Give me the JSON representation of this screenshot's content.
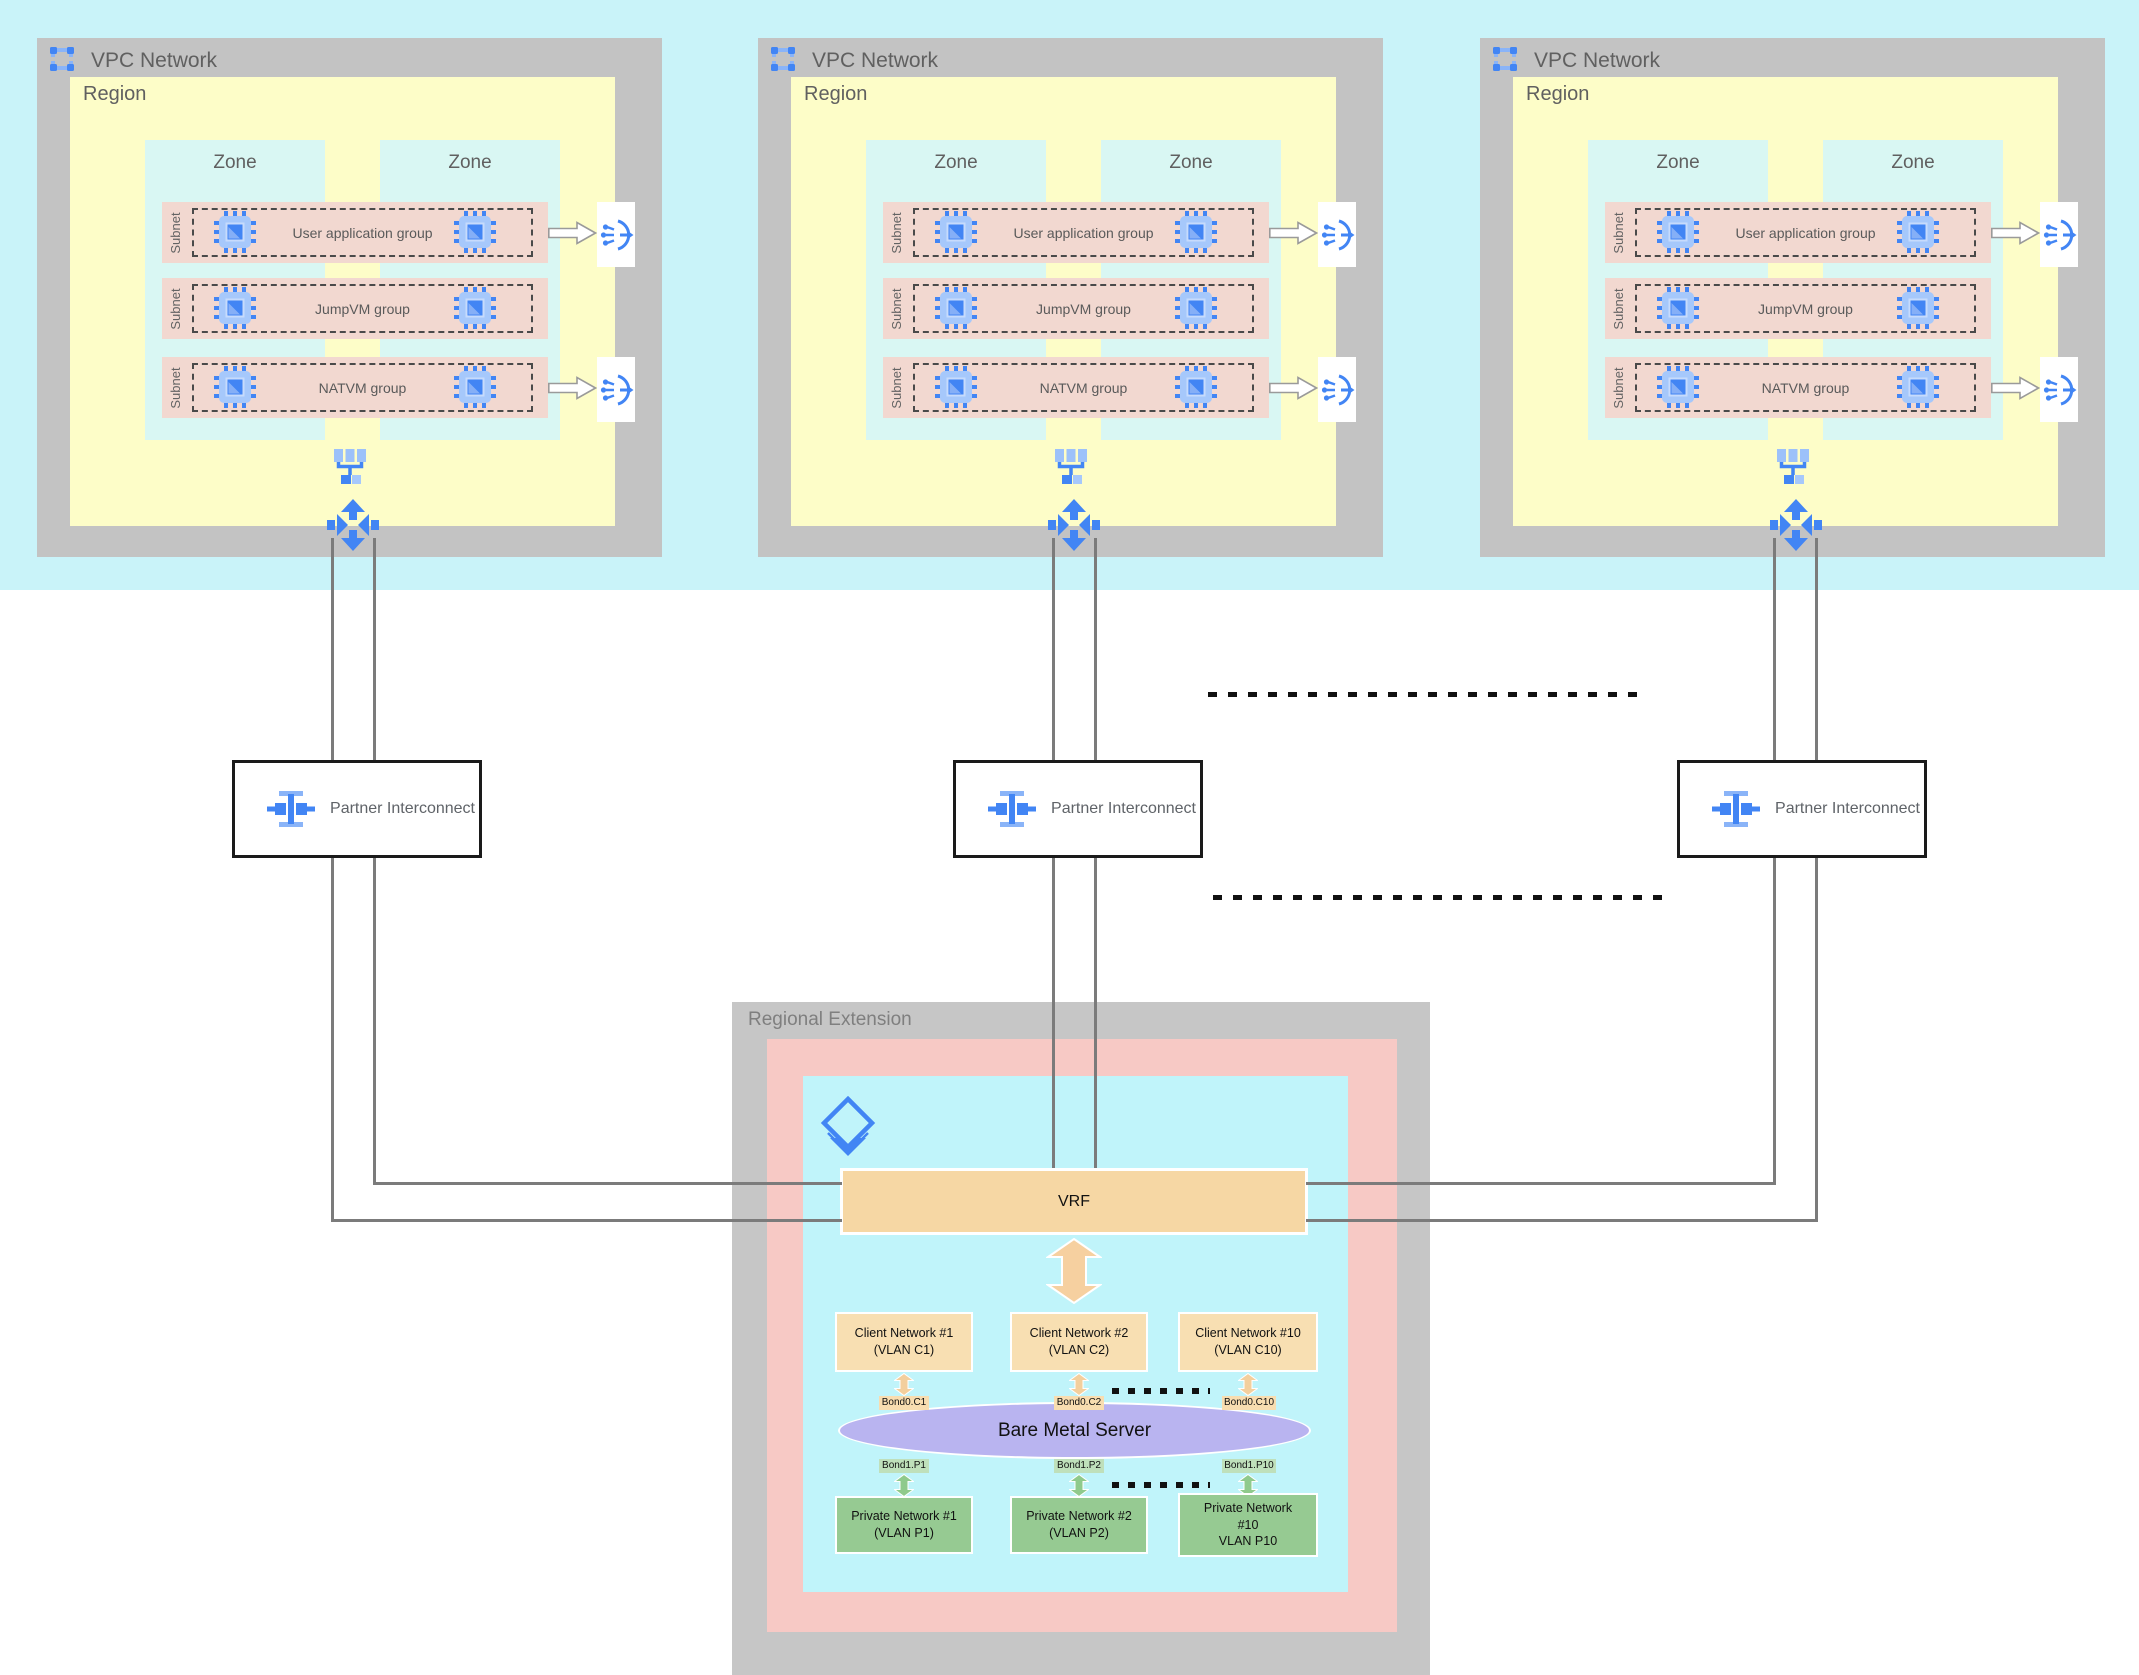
{
  "palette": {
    "accent_blue": "#4285f4",
    "light_blue": "#8ab4f8",
    "top_band_cyan": "#c9f3f9",
    "container_gray": "#c3c3c3",
    "region_yellow": "#fdfdc8",
    "zone_cyan": "#d9f7f3",
    "subnet_pink": "#f2d8d0",
    "re_pink": "#f7c9c5",
    "re_cyan": "#c0f4fa",
    "vrf_tan": "#f6d7a4",
    "client_tan": "#f8dfb2",
    "server_purple": "#b9b4f0",
    "private_green": "#96ca92",
    "line_gray": "#7b7b7b"
  },
  "vpcs": [
    {
      "title": "VPC Network",
      "region_label": "Region",
      "zones": [
        "Zone",
        "Zone"
      ],
      "subnets": [
        {
          "label": "Subnet",
          "group": "User application group"
        },
        {
          "label": "Subnet",
          "group": "JumpVM group"
        },
        {
          "label": "Subnet",
          "group": "NATVM group"
        }
      ]
    },
    {
      "title": "VPC Network",
      "region_label": "Region",
      "zones": [
        "Zone",
        "Zone"
      ],
      "subnets": [
        {
          "label": "Subnet",
          "group": "User application group"
        },
        {
          "label": "Subnet",
          "group": "JumpVM group"
        },
        {
          "label": "Subnet",
          "group": "NATVM group"
        }
      ]
    },
    {
      "title": "VPC Network",
      "region_label": "Region",
      "zones": [
        "Zone",
        "Zone"
      ],
      "subnets": [
        {
          "label": "Subnet",
          "group": "User application group"
        },
        {
          "label": "Subnet",
          "group": "JumpVM group"
        },
        {
          "label": "Subnet",
          "group": "NATVM group"
        }
      ]
    }
  ],
  "interconnects": [
    {
      "label": "Partner Interconnect"
    },
    {
      "label": "Partner Interconnect"
    },
    {
      "label": "Partner Interconnect"
    }
  ],
  "regional_extension": {
    "title": "Regional Extension",
    "vrf": "VRF",
    "clients": [
      {
        "text": "Client Network #1\n(VLAN C1)"
      },
      {
        "text": "Client Network #2\n(VLAN C2)"
      },
      {
        "text": "Client Network #10\n(VLAN C10)"
      }
    ],
    "bond0": [
      "Bond0.C1",
      "Bond0.C2",
      "Bond0.C10"
    ],
    "server": "Bare Metal Server",
    "bond1": [
      "Bond1.P1",
      "Bond1.P2",
      "Bond1.P10"
    ],
    "privates": [
      {
        "text": "Private Network #1\n(VLAN P1)"
      },
      {
        "text": "Private Network #2\n(VLAN P2)"
      },
      {
        "text": "Private Network\n#10\nVLAN P10"
      }
    ]
  }
}
